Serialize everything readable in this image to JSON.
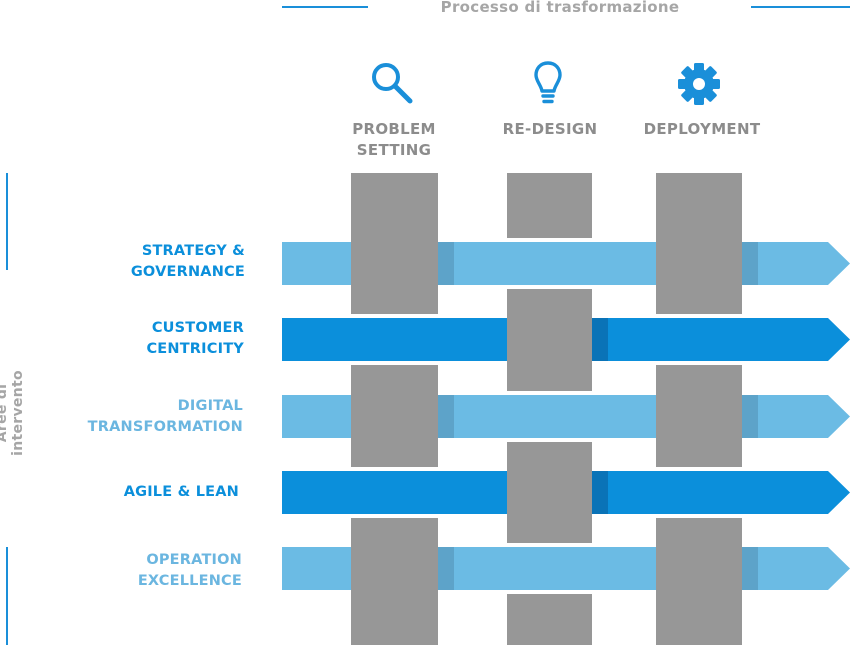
{
  "header": {
    "title": "Processo di trasformazione"
  },
  "sidebar": {
    "title": "Aree di intervento"
  },
  "phases": [
    {
      "line1": "PROBLEM",
      "line2": "SETTING",
      "icon": "magnifier-icon"
    },
    {
      "line1": "RE-DESIGN",
      "line2": "",
      "icon": "lightbulb-icon"
    },
    {
      "line1": "DEPLOYMENT",
      "line2": "",
      "icon": "gear-icon"
    }
  ],
  "areas": [
    {
      "line1": "STRATEGY &",
      "line2": "GOVERNANCE",
      "shade": "light"
    },
    {
      "line1": "CUSTOMER",
      "line2": "CENTRICITY",
      "shade": "dark"
    },
    {
      "line1": "DIGITAL",
      "line2": "TRANSFORMATION",
      "shade": "light"
    },
    {
      "line1": "AGILE & LEAN",
      "line2": "",
      "shade": "dark"
    },
    {
      "line1": "OPERATION",
      "line2": "EXCELLENCE",
      "shade": "light"
    }
  ],
  "colors": {
    "light_band": "#6bbbe4",
    "dark_band": "#0b8fdb",
    "light_label": "#6bb6e0",
    "dark_label": "#0b8fdb",
    "block": "#979797",
    "icon": "#1a8fd9",
    "phase_text": "#8c8c8c",
    "title_text": "#a6a6a6"
  }
}
